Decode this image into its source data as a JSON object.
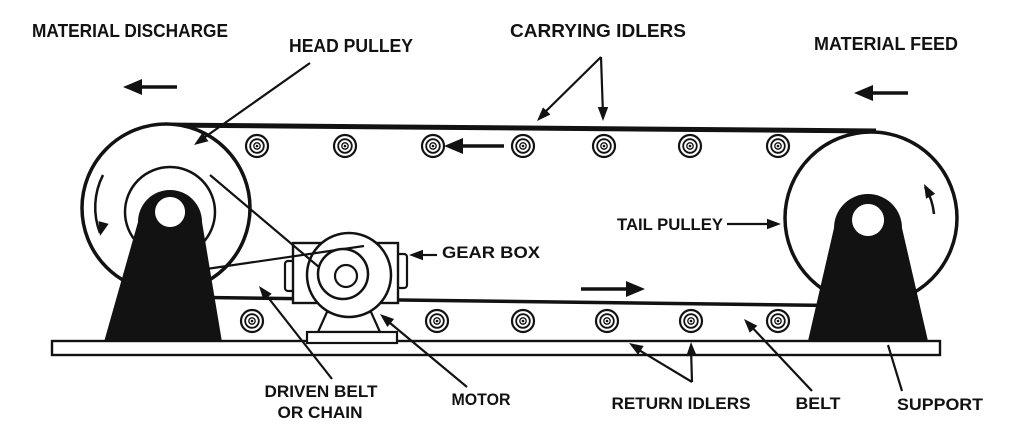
{
  "labels": {
    "material_discharge": "MATERIAL DISCHARGE",
    "head_pulley": "HEAD PULLEY",
    "carrying_idlers": "CARRYING IDLERS",
    "material_feed": "MATERIAL FEED",
    "tail_pulley": "TAIL PULLEY",
    "gear_box": "GEAR BOX",
    "driven_belt_line1": "DRIVEN BELT",
    "driven_belt_line2": "OR CHAIN",
    "motor": "MOTOR",
    "return_idlers": "RETURN IDLERS",
    "belt": "BELT",
    "support": "SUPPORT"
  },
  "flow": {
    "top_belt_direction": "left",
    "bottom_belt_direction": "right",
    "head_pulley_rotation": "counterclockwise",
    "tail_pulley_rotation": "counterclockwise"
  },
  "components": {
    "carrying_idler_count": 7,
    "return_idler_count": 6
  },
  "colors": {
    "ink": "#121212",
    "background": "#ffffff"
  }
}
